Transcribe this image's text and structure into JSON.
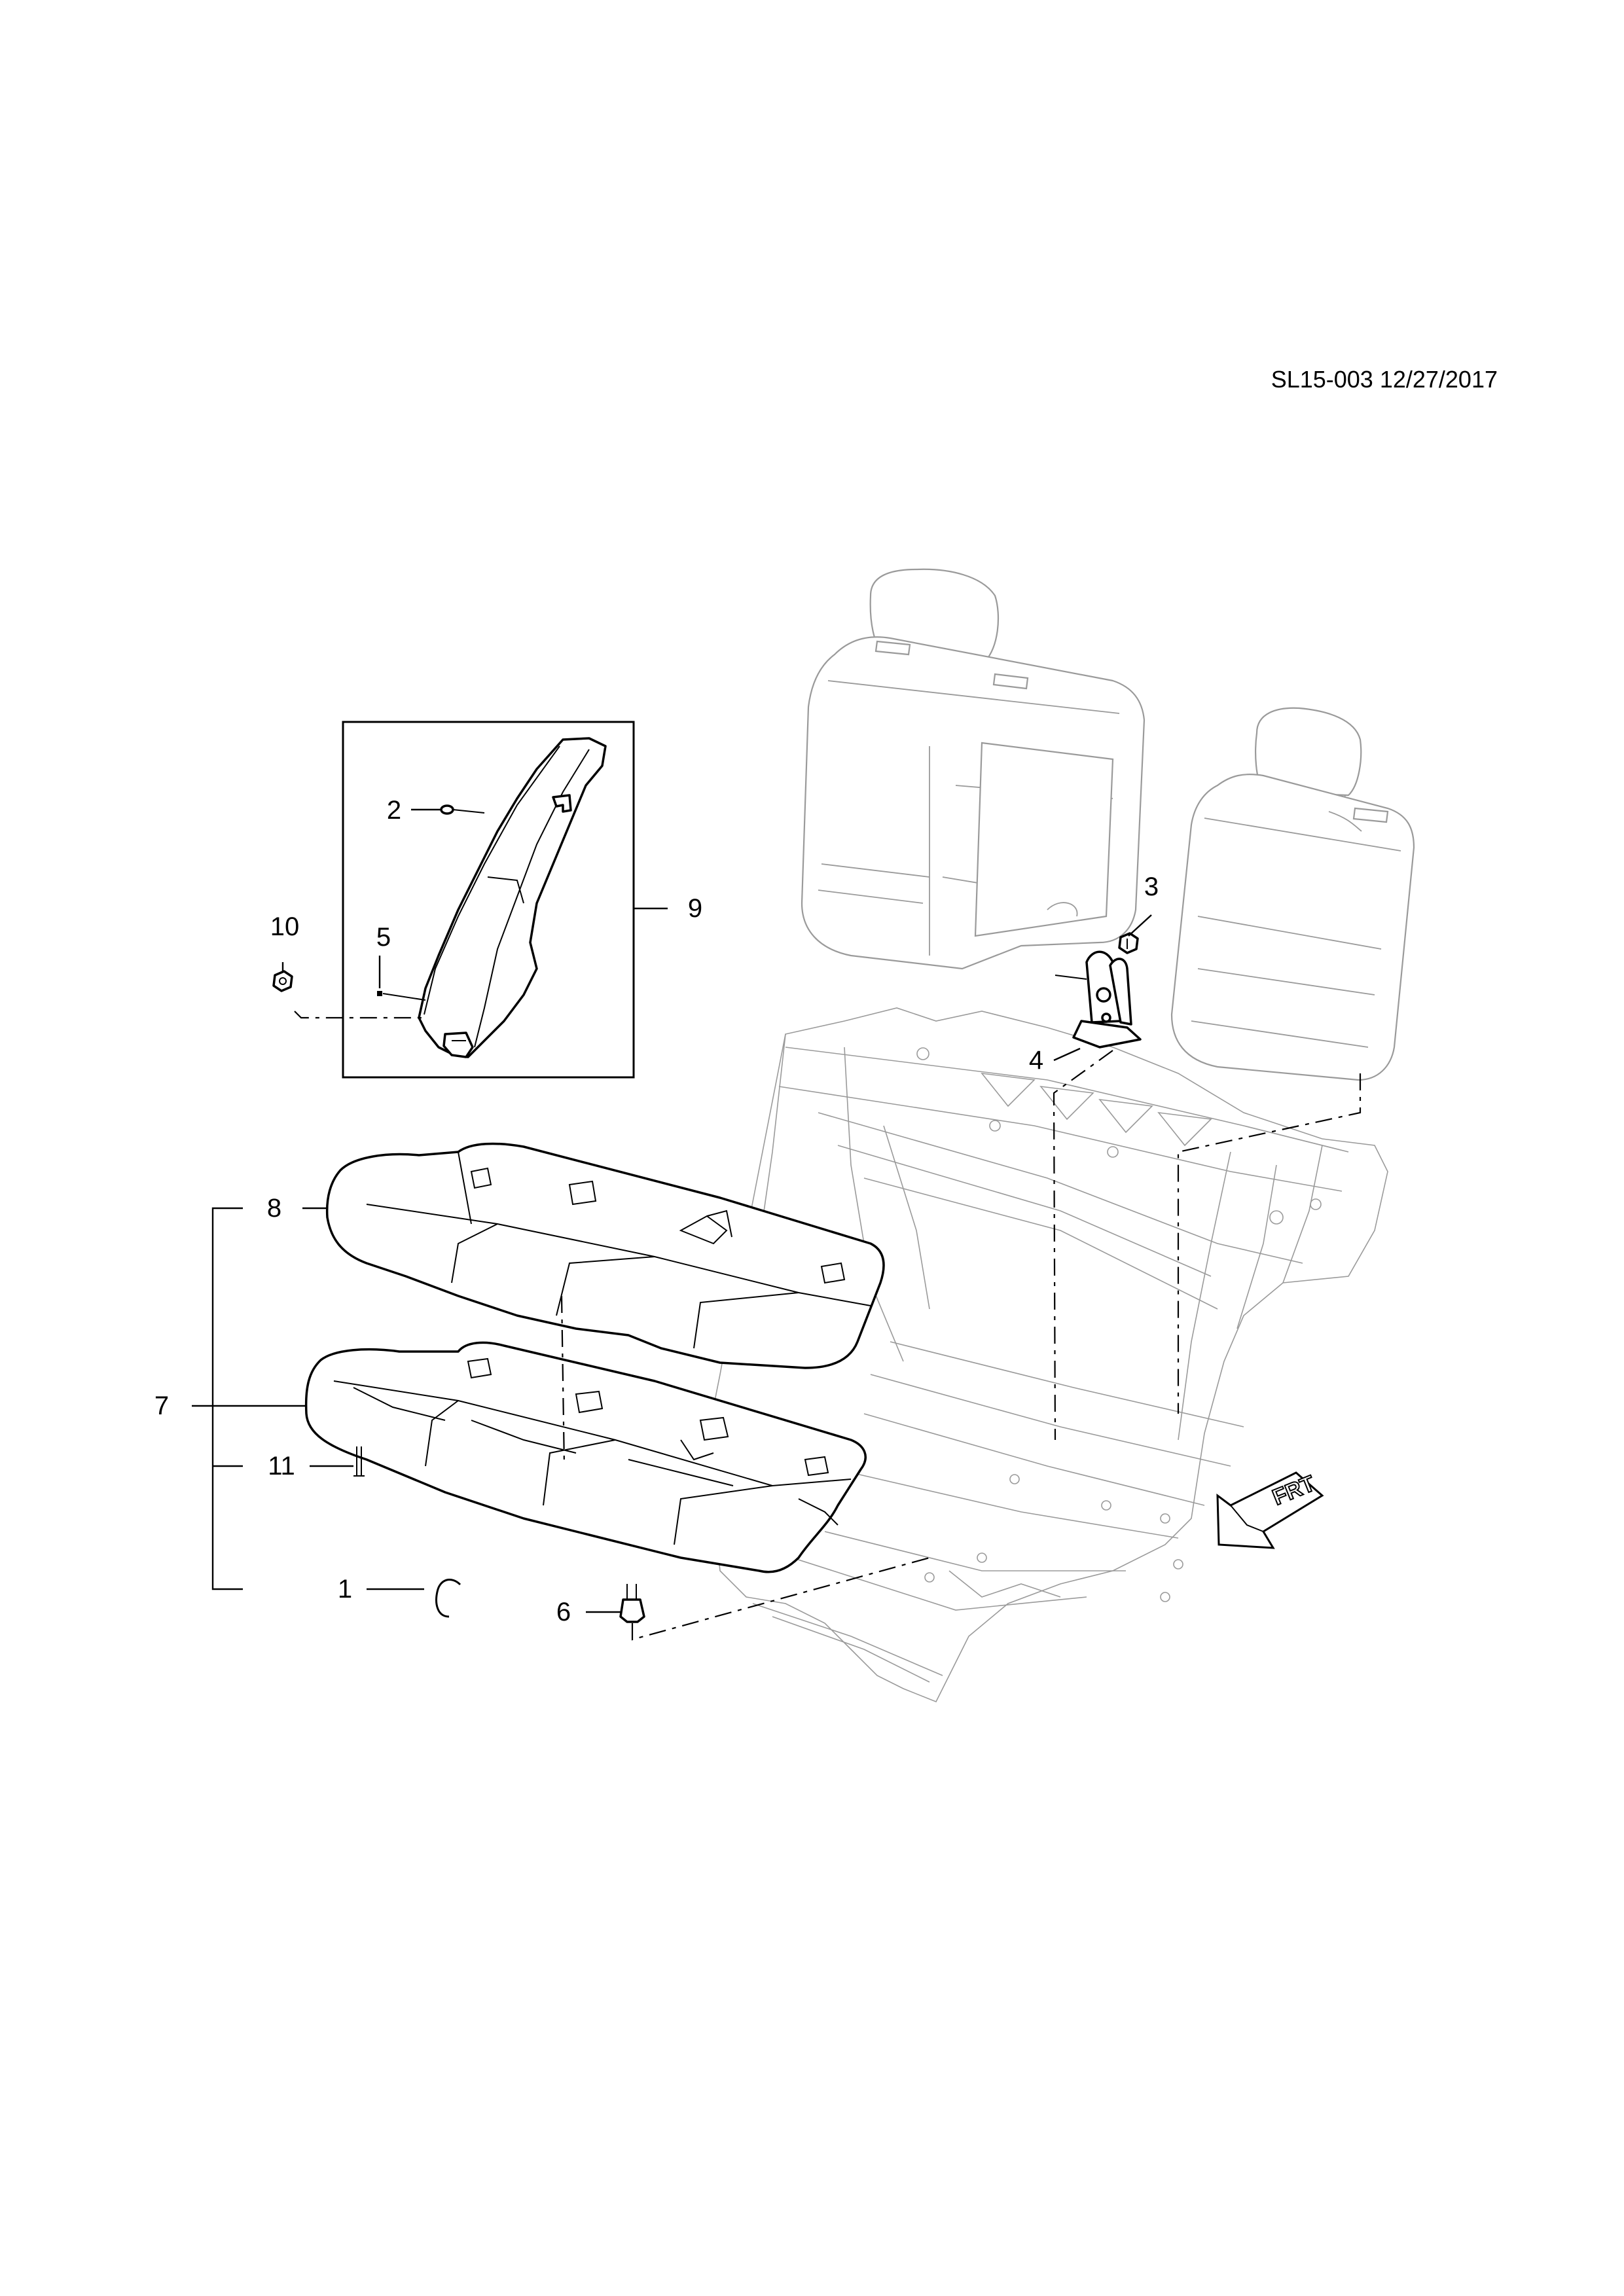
{
  "drawing_code": "SL15-003 12/27/2017",
  "direction_marker": "FRT",
  "callouts": [
    {
      "id": "callout-1",
      "label": "1"
    },
    {
      "id": "callout-2",
      "label": "2"
    },
    {
      "id": "callout-3",
      "label": "3"
    },
    {
      "id": "callout-4",
      "label": "4"
    },
    {
      "id": "callout-5",
      "label": "5"
    },
    {
      "id": "callout-6",
      "label": "6"
    },
    {
      "id": "callout-7",
      "label": "7"
    },
    {
      "id": "callout-8",
      "label": "8"
    },
    {
      "id": "callout-9",
      "label": "9"
    },
    {
      "id": "callout-10",
      "label": "10"
    },
    {
      "id": "callout-11",
      "label": "11"
    }
  ]
}
